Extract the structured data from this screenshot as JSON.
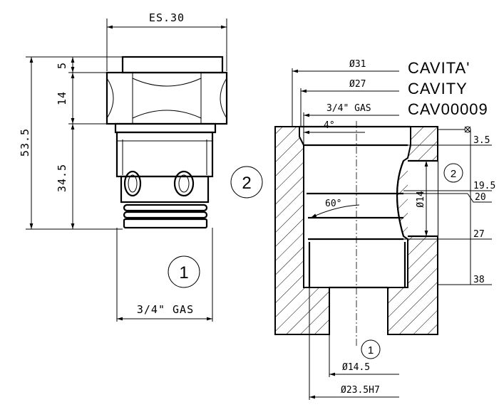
{
  "left_view": {
    "hex_size_label": "ES.30",
    "dim_total": "53.5",
    "dim_top": "5",
    "dim_hex": "14",
    "dim_body": "34.5",
    "thread_label": "3/4\" GAS",
    "balloon": "1"
  },
  "center_balloon": "2",
  "right_view": {
    "title_lines": [
      "CAVITA'",
      "CAVITY",
      "CAV00009"
    ],
    "dia_31": "Ø31",
    "dia_27": "Ø27",
    "thread": "3/4\" GAS",
    "angle_4": "4°",
    "angle_60": "60°",
    "dia_14": "Ø14",
    "depth_3_5": "3.5",
    "depth_19_5": "19.5",
    "depth_20": "20",
    "depth_27": "27",
    "depth_38": "38",
    "balloon_port_2": "2",
    "balloon_port_1": "1",
    "dia_14_5": "Ø14.5",
    "dia_23_5": "Ø23.5H7"
  }
}
